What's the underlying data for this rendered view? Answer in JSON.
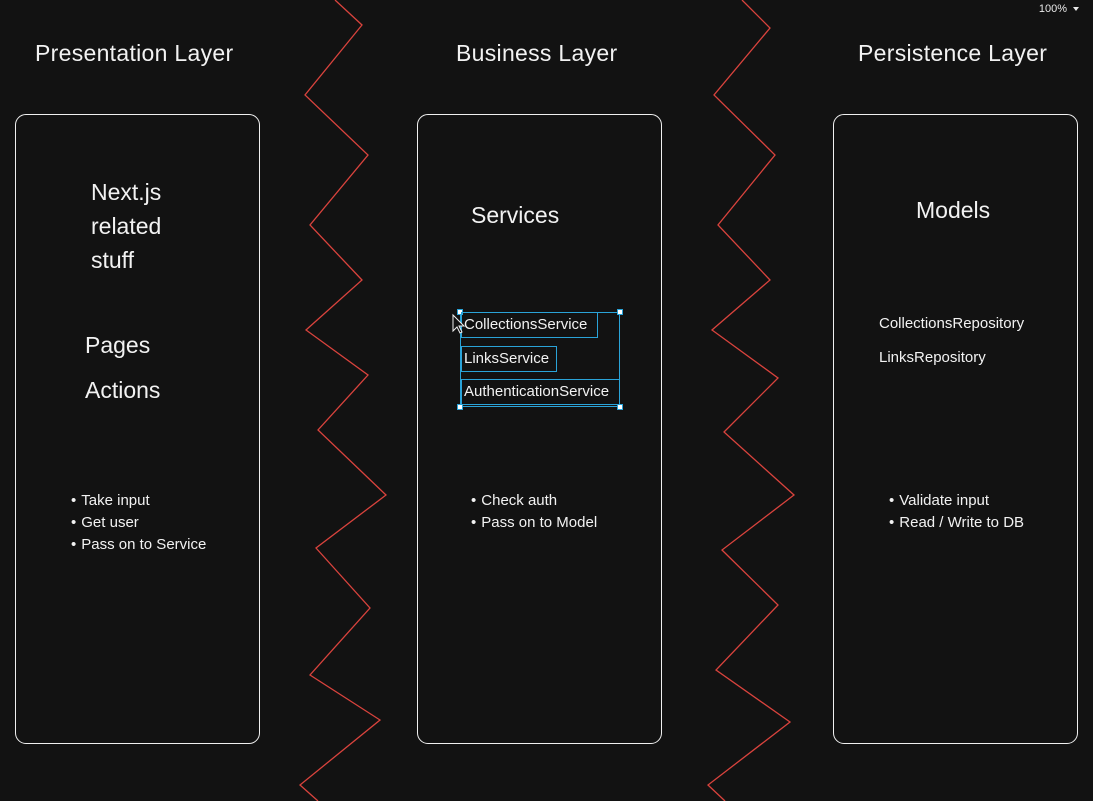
{
  "zoom": {
    "level": "100%"
  },
  "layers": [
    {
      "title": "Presentation Layer",
      "heading_lines": [
        "Next.js",
        "related",
        "stuff"
      ],
      "items": [
        "Pages",
        "Actions"
      ],
      "bullets": [
        "Take input",
        "Get user",
        "Pass on to Service"
      ]
    },
    {
      "title": "Business Layer",
      "heading": "Services",
      "services": [
        "CollectionsService",
        "LinksService",
        "AuthenticationService"
      ],
      "bullets": [
        "Check auth",
        "Pass on to Model"
      ]
    },
    {
      "title": "Persistence Layer",
      "heading": "Models",
      "repositories": [
        "CollectionsRepository",
        "LinksRepository"
      ],
      "bullets": [
        "Validate input",
        "Read / Write to DB"
      ]
    }
  ],
  "colors": {
    "background": "#121212",
    "stroke": "#f0f0f0",
    "divider": "#d9433d",
    "selection": "#2aa3d8"
  }
}
